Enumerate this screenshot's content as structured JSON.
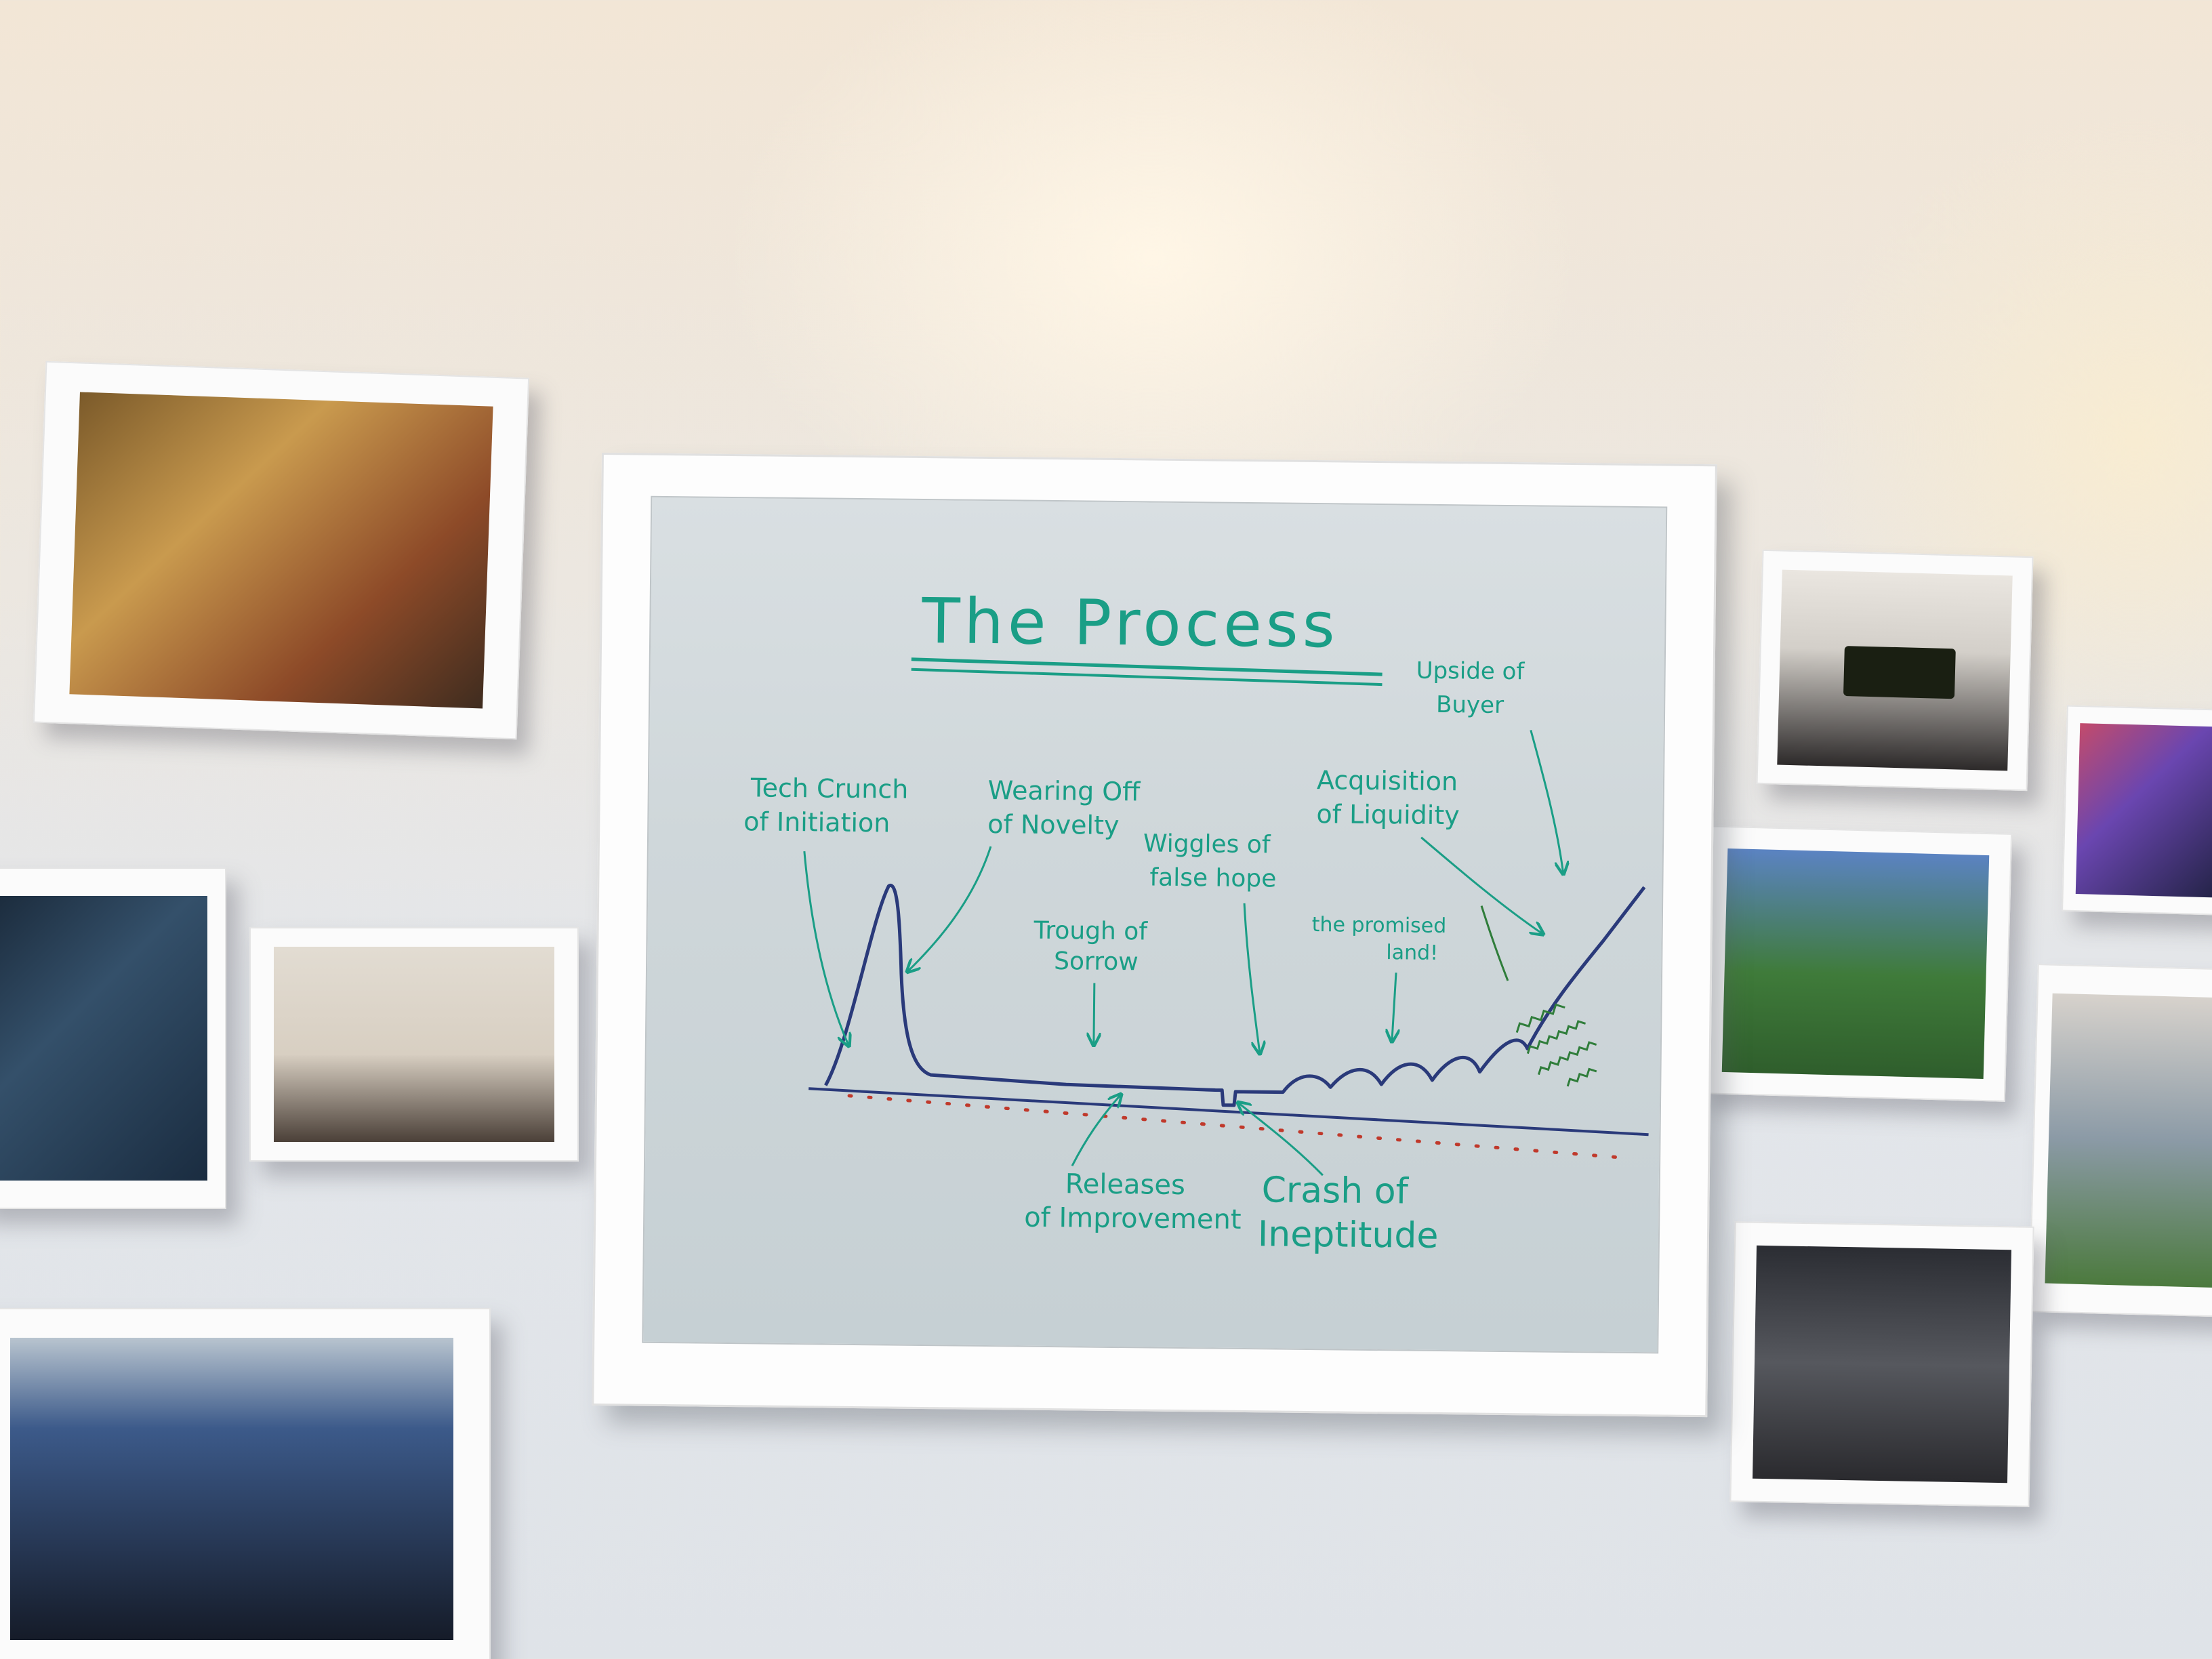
{
  "whiteboard": {
    "title": "The Process",
    "labels": {
      "tech_crunch_1": "Tech Crunch",
      "tech_crunch_2": "of Initiation",
      "wearing_off_1": "Wearing Off",
      "wearing_off_2": "of Novelty",
      "wiggles_1": "Wiggles of",
      "wiggles_2": "false hope",
      "trough_1": "Trough of",
      "trough_2": "Sorrow",
      "acquisition_1": "Acquisition",
      "acquisition_2": "of Liquidity",
      "upside_1": "Upside of",
      "upside_2": "Buyer",
      "promised_1": "the promised",
      "promised_2": "land!",
      "releases_1": "Releases",
      "releases_2": "of Improvement",
      "crash_1": "Crash of",
      "crash_2": "Ineptitude"
    }
  },
  "colors": {
    "marker_teal": "#1a9e86",
    "marker_blue": "#2a3a7a",
    "marker_red": "#c0392b",
    "marker_green": "#2f7d3a"
  }
}
